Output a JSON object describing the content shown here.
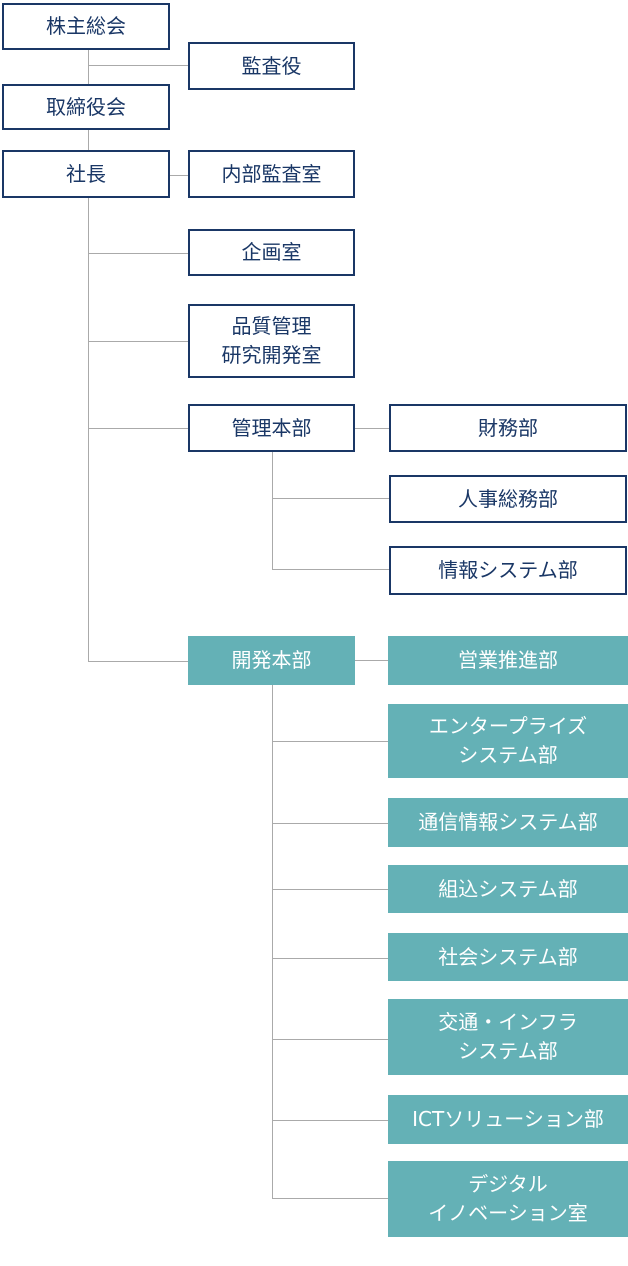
{
  "colors": {
    "navy": "#1a3766",
    "teal": "#64b1b6",
    "connector": "#aaaaaa"
  },
  "org_chart": {
    "shareholders_meeting": "株主総会",
    "auditor": "監査役",
    "board": "取締役会",
    "president": "社長",
    "internal_audit": "内部監査室",
    "planning": "企画室",
    "quality_rnd": [
      "品質管理",
      "研究開発室"
    ],
    "admin_hq": {
      "label": "管理本部",
      "departments": [
        "財務部",
        "人事総務部",
        "情報システム部"
      ]
    },
    "dev_hq": {
      "label": "開発本部",
      "departments": [
        [
          "営業推進部"
        ],
        [
          "エンタープライズ",
          "システム部"
        ],
        [
          "通信情報システム部"
        ],
        [
          "組込システム部"
        ],
        [
          "社会システム部"
        ],
        [
          "交通・インフラ",
          "システム部"
        ],
        [
          "ICTソリューション部"
        ],
        [
          "デジタル",
          "イノベーション室"
        ]
      ]
    }
  }
}
